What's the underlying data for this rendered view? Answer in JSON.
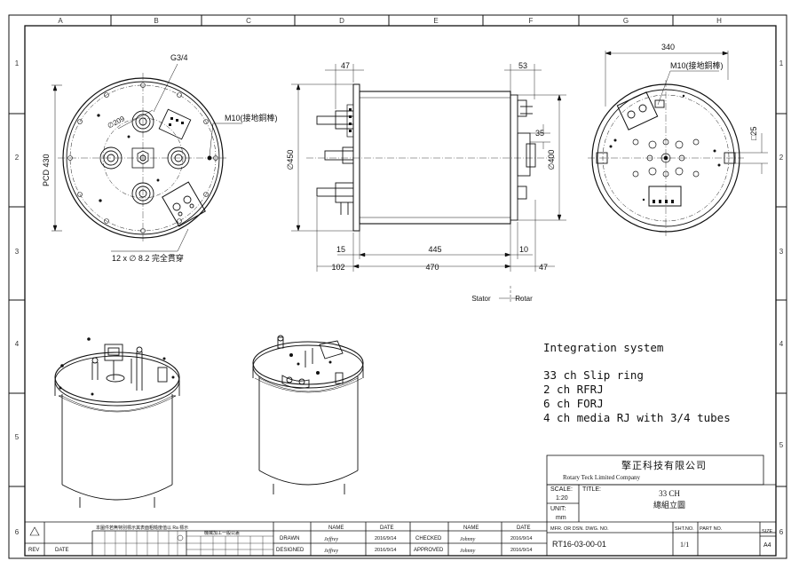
{
  "grid": {
    "columns": [
      "A",
      "B",
      "C",
      "D",
      "E",
      "F",
      "G",
      "H"
    ],
    "rows": [
      "1",
      "2",
      "3",
      "4",
      "5",
      "6"
    ]
  },
  "front_view": {
    "label_g34": "G3/4",
    "label_dia209": "∅209",
    "label_m10": "M10(接地銅棒)",
    "label_pcd": "PCD 430",
    "label_holes": "12 x ∅ 8.2 完全貫穿"
  },
  "side_view": {
    "dim_47_top": "47",
    "dim_53": "53",
    "dim_35": "35",
    "dim_dia450": "∅450",
    "dim_dia400": "∅400",
    "dim_15": "15",
    "dim_445": "445",
    "dim_10": "10",
    "dim_102": "102",
    "dim_470": "470",
    "dim_47_bottom": "47",
    "stator": "Stator",
    "rotar": "Rotar"
  },
  "rear_view": {
    "dim_340": "340",
    "label_m10": "M10(接地銅棒)",
    "dim_sq25": "□25"
  },
  "notes": {
    "heading": "Integration system",
    "lines": [
      "33 ch Slip ring",
      "2 ch RFRJ",
      "6 ch FORJ",
      "4 ch media RJ with 3/4 tubes"
    ]
  },
  "title_block": {
    "company_cn": "擎正科技有限公司",
    "company_en": "Rotary Teck Limited Company",
    "scale_label": "SCALE:",
    "scale_value": "1:20",
    "unit_label": "UNIT:",
    "unit_value": "mm",
    "title_label": "TITLE:",
    "title_line1": "33 CH",
    "title_line2": "總組立圖",
    "mfr_label": "MFR. OR DSN. DWG. NO.",
    "dwg_no": "RT16-03-00-01",
    "sht_label": "SHT.NO.",
    "sht_value": "1/1",
    "part_label": "PART NO.",
    "size_label": "SIZE",
    "size_value": "A4",
    "name_hdr": "NAME",
    "date_hdr": "DATE",
    "name_hdr2": "NAME",
    "date_hdr2": "DATE",
    "drawn": "DRAWN",
    "designed": "DESIGNED",
    "checked": "CHECKED",
    "approved": "APPROVED",
    "drawn_name": "Jeffrey",
    "designed_name": "Jeffrey",
    "checked_name": "Johnny",
    "approved_name": "Johnny",
    "drawn_date": "2016/9/14",
    "designed_date": "2016/9/14",
    "checked_date": "2016/9/14",
    "approved_date": "2016/9/14",
    "rev": "REV",
    "date": "DATE",
    "surface_note": "本圖件若無特別標示其表面粗糙度值以 Ra 標示",
    "tolerance_note": "機械加工一般公差"
  }
}
